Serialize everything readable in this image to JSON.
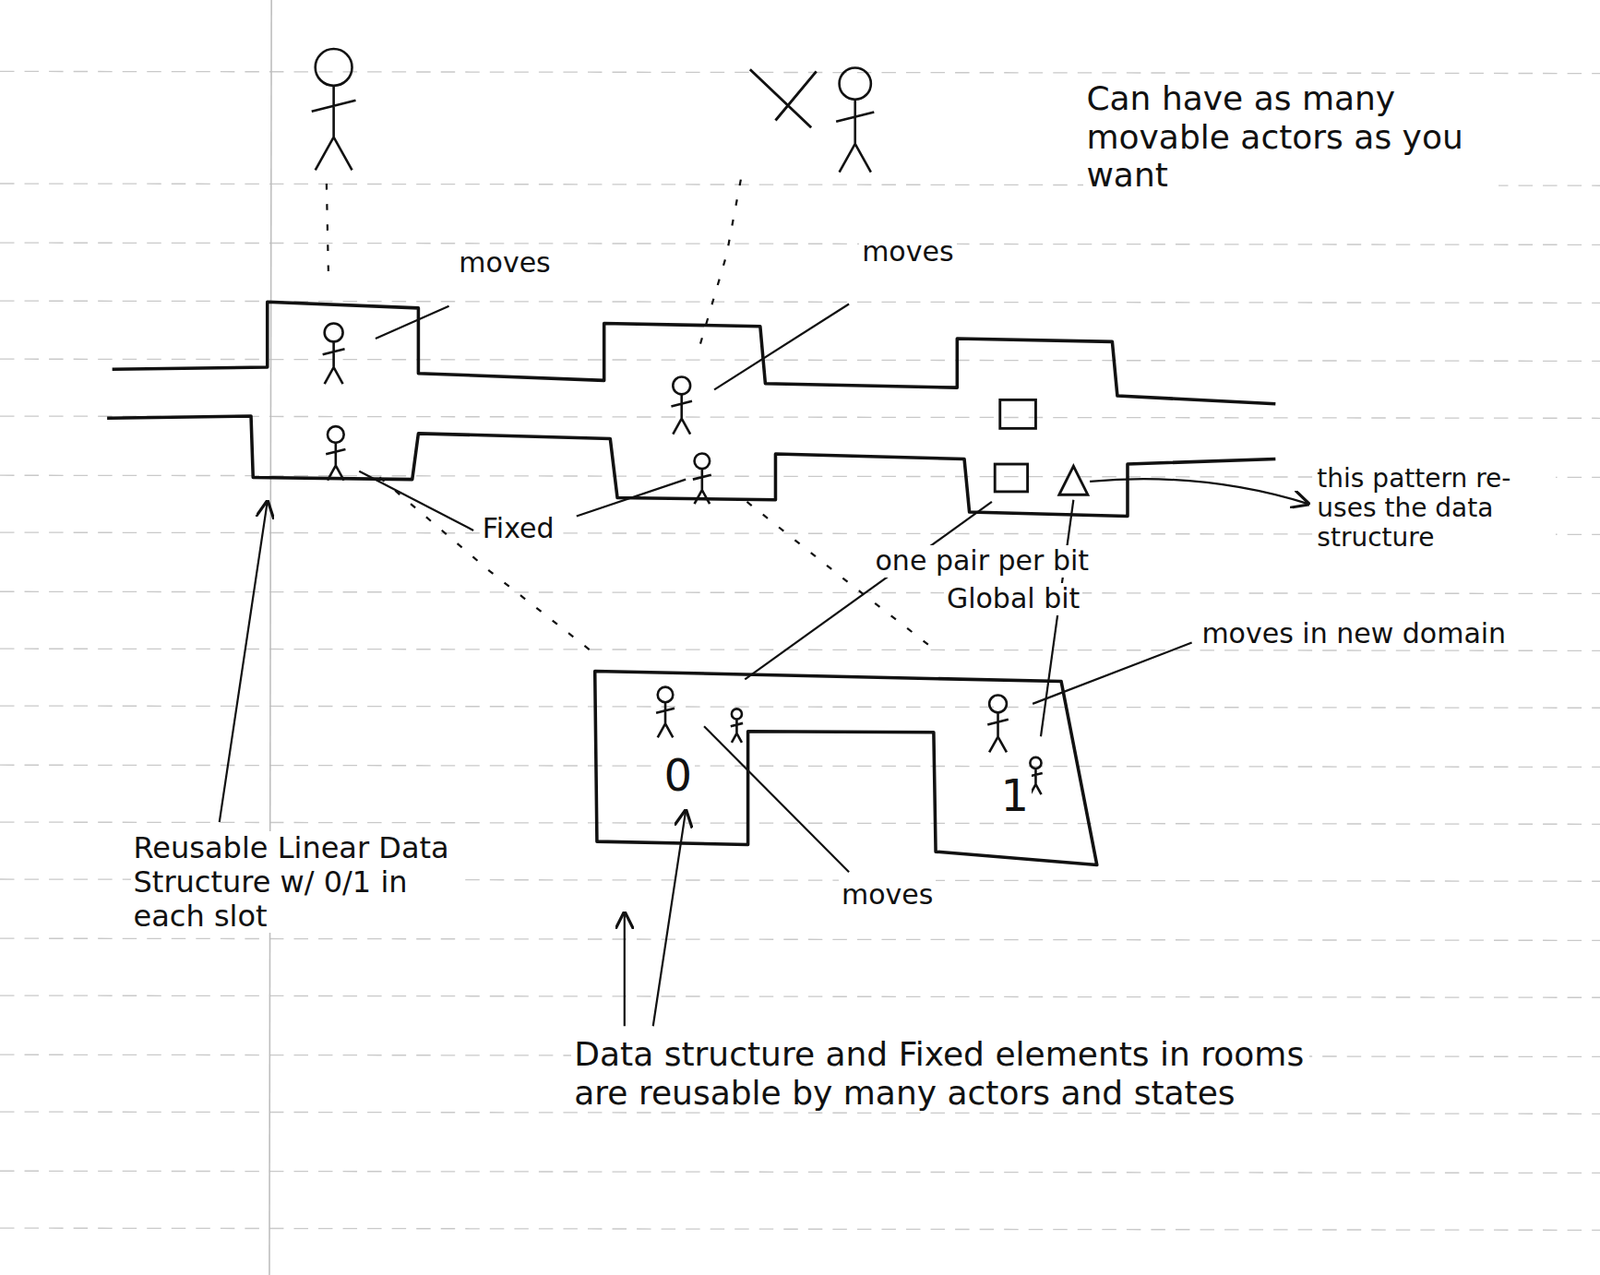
{
  "diagram": {
    "labels": [
      "Can have as many movable actors as you want",
      "moves",
      "moves",
      "Fixed",
      "one pair per bit",
      "Global bit",
      "this pattern re-uses the data structure",
      "moves in new domain",
      "moves",
      "Reusable Linear Data Structure w/ 0/1 in each slot",
      "Data structure and Fixed elements in rooms are reusable by many actors and states",
      "0",
      "1"
    ]
  }
}
